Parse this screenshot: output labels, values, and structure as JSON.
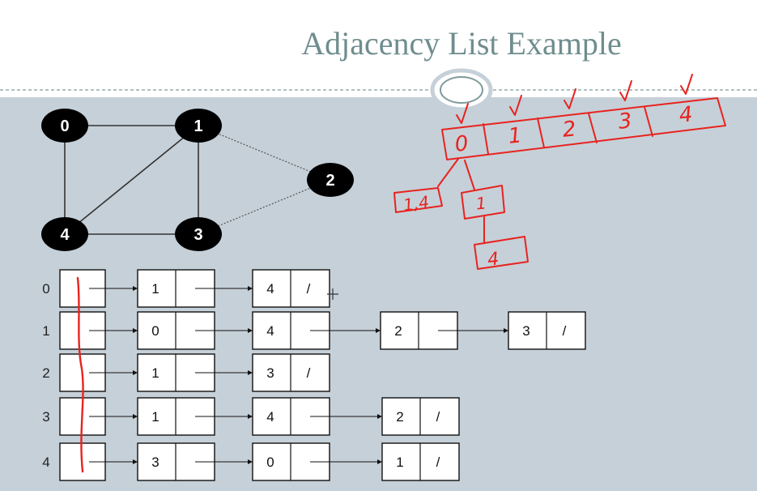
{
  "slide": {
    "title": "Adjacency List Example",
    "background_color": "#c6d0d8",
    "header_color": "#ffffff",
    "title_color": "#6f8d8e"
  },
  "graph": {
    "nodes": [
      "0",
      "1",
      "2",
      "3",
      "4"
    ],
    "edges": [
      [
        "0",
        "1"
      ],
      [
        "0",
        "4"
      ],
      [
        "1",
        "4"
      ],
      [
        "1",
        "3"
      ],
      [
        "1",
        "2"
      ],
      [
        "3",
        "4"
      ],
      [
        "2",
        "3"
      ]
    ],
    "node_color": "#000000"
  },
  "adjacency_list": {
    "rows": [
      {
        "index": "0",
        "cells": [
          {
            "value": "1",
            "next": ""
          },
          {
            "value": "4",
            "next": "/"
          }
        ]
      },
      {
        "index": "1",
        "cells": [
          {
            "value": "0",
            "next": ""
          },
          {
            "value": "4",
            "next": ""
          },
          {
            "value": "2",
            "next": ""
          },
          {
            "value": "3",
            "next": "/"
          }
        ]
      },
      {
        "index": "2",
        "cells": [
          {
            "value": "1",
            "next": ""
          },
          {
            "value": "3",
            "next": "/"
          }
        ]
      },
      {
        "index": "3",
        "cells": [
          {
            "value": "1",
            "next": ""
          },
          {
            "value": "4",
            "next": ""
          },
          {
            "value": "2",
            "next": "/"
          }
        ]
      },
      {
        "index": "4",
        "cells": [
          {
            "value": "3",
            "next": ""
          },
          {
            "value": "0",
            "next": ""
          },
          {
            "value": "1",
            "next": "/"
          }
        ]
      }
    ]
  },
  "annotations": {
    "array_cells": [
      "0",
      "1",
      "2",
      "3",
      "4"
    ],
    "side_note": "1,4",
    "chain_nodes": [
      "1",
      "4"
    ],
    "ink_color": "#e8231f"
  }
}
